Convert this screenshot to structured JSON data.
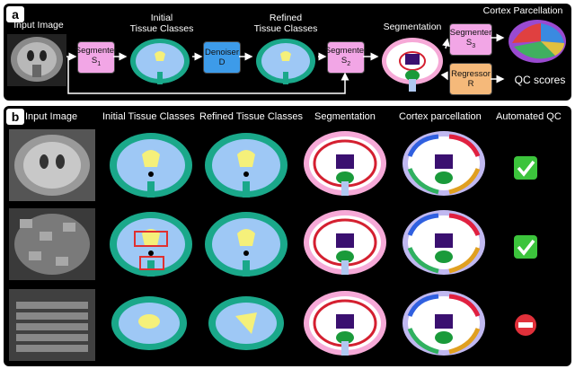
{
  "panel_a": {
    "tag": "a",
    "input_label": "Input Image",
    "initial_label_1": "Initial",
    "initial_label_2": "Tissue Classes",
    "refined_label_1": "Refined",
    "refined_label_2": "Tissue Classes",
    "segmentation_label": "Segmentation",
    "cortex_label": "Cortex Parcellation",
    "qc_scores_label": "QC scores",
    "boxes": {
      "segmenter1": {
        "line1": "Segmenter",
        "line2": "S",
        "sub": "1"
      },
      "denoiser": {
        "line1": "Denoiser",
        "line2": "D"
      },
      "segmenter2": {
        "line1": "Segmenter",
        "line2": "S",
        "sub": "2"
      },
      "segmenter3": {
        "line1": "Segmenter",
        "line2": "S",
        "sub": "3"
      },
      "regressor": {
        "line1": "Regressor",
        "line2": "R"
      }
    }
  },
  "panel_b": {
    "tag": "b",
    "columns": [
      "Input Image",
      "Initial Tissue Classes",
      "Refined Tissue Classes",
      "Segmentation",
      "Cortex parcellation",
      "Automated QC"
    ],
    "qc_results": [
      "pass",
      "pass",
      "fail"
    ]
  },
  "colors": {
    "segmenter": "#f2a6e6",
    "denoiser": "#3d9be9",
    "regressor": "#f5b97a",
    "tissue_csf": "#9ec8f5",
    "tissue_gm": "#1aa88a",
    "tissue_wm": "#f5f07a",
    "qc_pass": "#3cc43c",
    "qc_fail": "#e0303a"
  }
}
